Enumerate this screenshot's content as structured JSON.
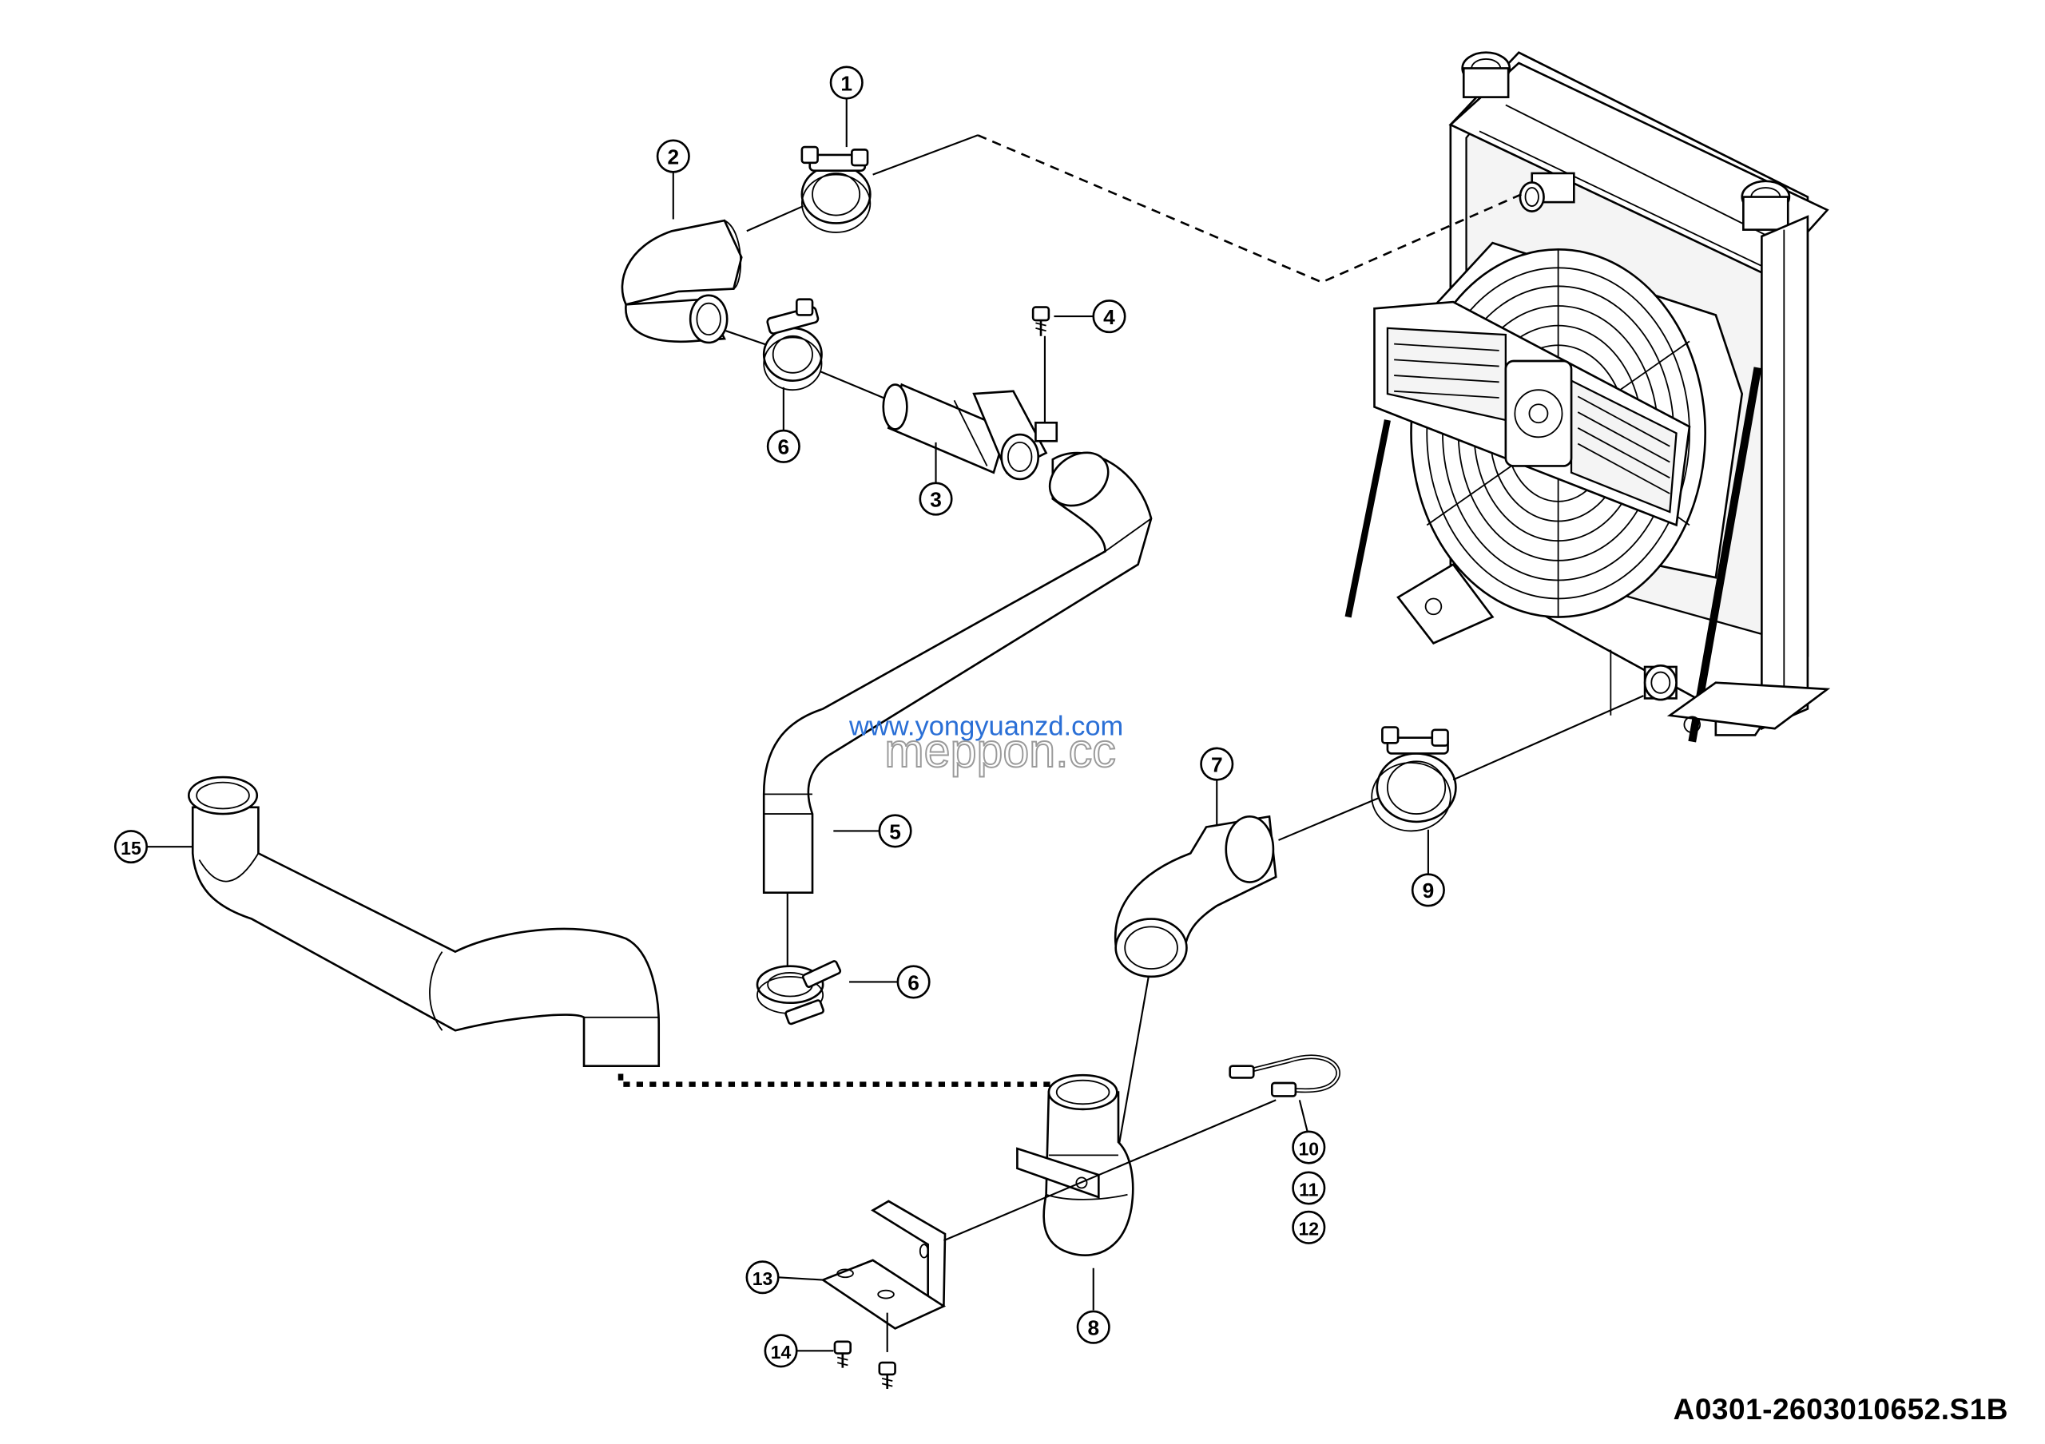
{
  "drawing": {
    "code": "A0301-2603010652.S1B"
  },
  "watermark": {
    "line1": "www.yongyuanzd.com",
    "line2": "meppon.cc"
  },
  "callouts": [
    {
      "number": "1",
      "part": "hose-clamp"
    },
    {
      "number": "2",
      "part": "elbow-hose"
    },
    {
      "number": "3",
      "part": "connector-pipe"
    },
    {
      "number": "4",
      "part": "bolt"
    },
    {
      "number": "5",
      "part": "bent-pipe"
    },
    {
      "number": "6",
      "part": "hose-clamp"
    },
    {
      "number": "6",
      "part": "hose-clamp"
    },
    {
      "number": "7",
      "part": "elbow-hose"
    },
    {
      "number": "8",
      "part": "bent-pipe"
    },
    {
      "number": "9",
      "part": "hose-clamp"
    },
    {
      "number": "10",
      "part": "sensor-line"
    },
    {
      "number": "11",
      "part": "sensor-line"
    },
    {
      "number": "12",
      "part": "sensor-line"
    },
    {
      "number": "13",
      "part": "bracket"
    },
    {
      "number": "14",
      "part": "bolt"
    },
    {
      "number": "15",
      "part": "long-pipe"
    }
  ],
  "colors": {
    "line": "#000000",
    "background": "#ffffff",
    "watermark_blue": "#2a6fd6",
    "watermark_gray": "#9a9a9a"
  }
}
